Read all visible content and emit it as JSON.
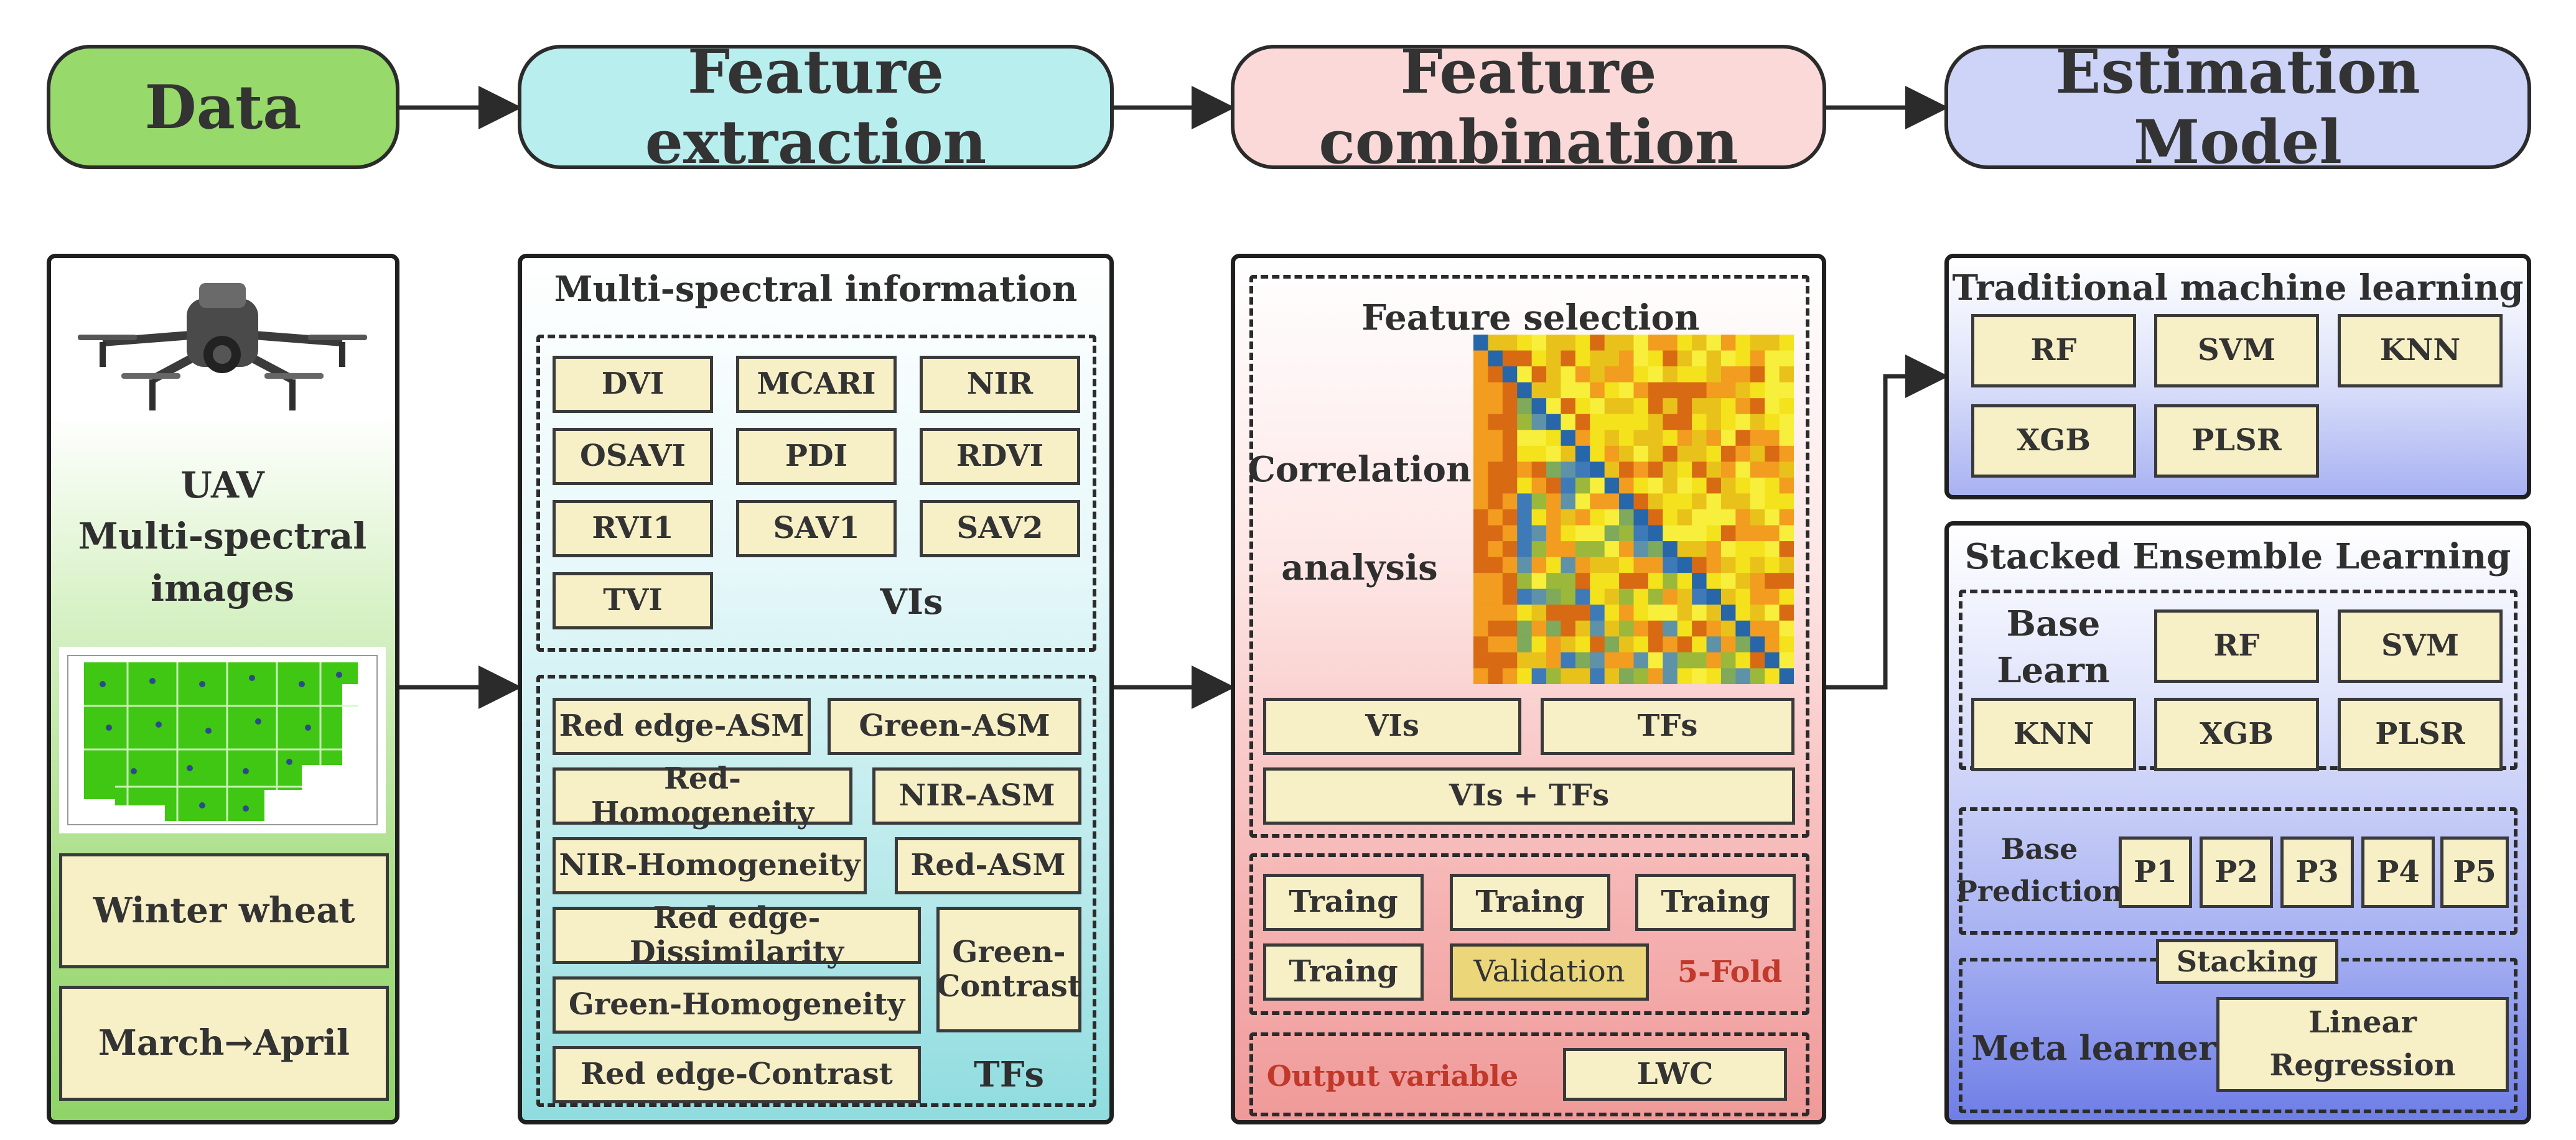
{
  "stages": {
    "data": "Data",
    "feature_extraction": "Feature extraction",
    "feature_combination": "Feature combination",
    "estimation_model": "Estimation Model"
  },
  "data_panel": {
    "uav_line1": "UAV",
    "uav_line2": "Multi-spectral",
    "uav_line3": "images",
    "crop": "Winter wheat",
    "period": "March→April"
  },
  "extraction_panel": {
    "title": "Multi-spectral information",
    "vis_label": "VIs",
    "vis": [
      "DVI",
      "MCARI",
      "NIR",
      "OSAVI",
      "PDI",
      "RDVI",
      "RVI1",
      "SAV1",
      "SAV2",
      "TVI"
    ],
    "tfs_label": "TFs",
    "tfs": {
      "red_edge_asm": "Red edge-ASM",
      "green_asm": "Green-ASM",
      "red_homogeneity": "Red-Homogeneity",
      "nir_asm": "NIR-ASM",
      "nir_homogeneity": "NIR-Homogeneity",
      "red_asm": "Red-ASM",
      "red_edge_dissimilarity": "Red edge-Dissimilarity",
      "green_contrast": "Green-Contrast",
      "green_homogeneity": "Green-Homogeneity",
      "red_edge_contrast": "Red edge-Contrast"
    }
  },
  "combination_panel": {
    "feature_selection": "Feature selection",
    "correlation_line1": "Correlation",
    "correlation_line2": "analysis",
    "vis": "VIs",
    "tfs": "TFs",
    "vis_tfs": "VIs + TFs",
    "cv_train": "Traing",
    "cv_validation": "Validation",
    "cv_fold": "5-Fold",
    "output_variable": "Output variable",
    "output_value": "LWC"
  },
  "model_panel": {
    "traditional_title": "Traditional machine learning",
    "traditional_models": [
      "RF",
      "SVM",
      "KNN",
      "XGB",
      "PLSR"
    ],
    "stacked_title": "Stacked Ensemble Learning",
    "base_learn_line1": "Base",
    "base_learn_line2": "Learn",
    "base_models": [
      "RF",
      "SVM",
      "KNN",
      "XGB",
      "PLSR"
    ],
    "base_prediction_line1": "Base",
    "base_prediction_line2": "Prediction",
    "predictions": [
      "P1",
      "P2",
      "P3",
      "P4",
      "P5"
    ],
    "stacking": "Stacking",
    "meta_learner": "Meta learner",
    "meta_model_line1": "Linear",
    "meta_model_line2": "Regression"
  },
  "colors": {
    "data": "#97d96a",
    "extraction": "#b9eeee",
    "combination": "#fad9d8",
    "estimation": "#cdd4f7",
    "box_fill": "#f7efc6",
    "validation_fill": "#ecd67a",
    "matrix_diagonal": "#2766a8"
  }
}
